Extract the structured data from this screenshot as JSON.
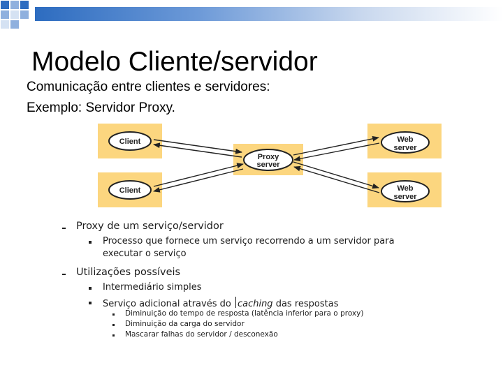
{
  "slide": {
    "title": "Modelo Cliente/servidor",
    "lines": [
      "Comunicação entre clientes e servidores:",
      "Exemplo: Servidor Proxy."
    ]
  },
  "diagram": {
    "box_color": "#fcd67f",
    "node_labels": {
      "client_top": "Client",
      "client_bottom": "Client",
      "proxy_line1": "Proxy",
      "proxy_line2": "server",
      "web_top_line1": "Web",
      "web_top_line2": "server",
      "web_bottom_line1": "Web",
      "web_bottom_line2": "server"
    }
  },
  "bullets": {
    "proxy_heading": "Proxy de um serviço/servidor",
    "proxy_desc_line1": "Processo que fornece um serviço recorrendo a um servidor para",
    "proxy_desc_line2": "executar o serviço",
    "uses_heading": "Utilizações possíveis",
    "use_1": "Intermediário simples",
    "use_2_prefix": "Serviço adicional através do",
    "use_2_emph": "caching",
    "use_2_suffix": "das respostas",
    "sub_1": "Diminuição do tempo de resposta (latência inferior para o proxy)",
    "sub_2": "Diminuição da carga do servidor",
    "sub_3": "Mascarar falhas do servidor / desconexão"
  },
  "theme": {
    "accent_blue": "#2d6cc0"
  }
}
